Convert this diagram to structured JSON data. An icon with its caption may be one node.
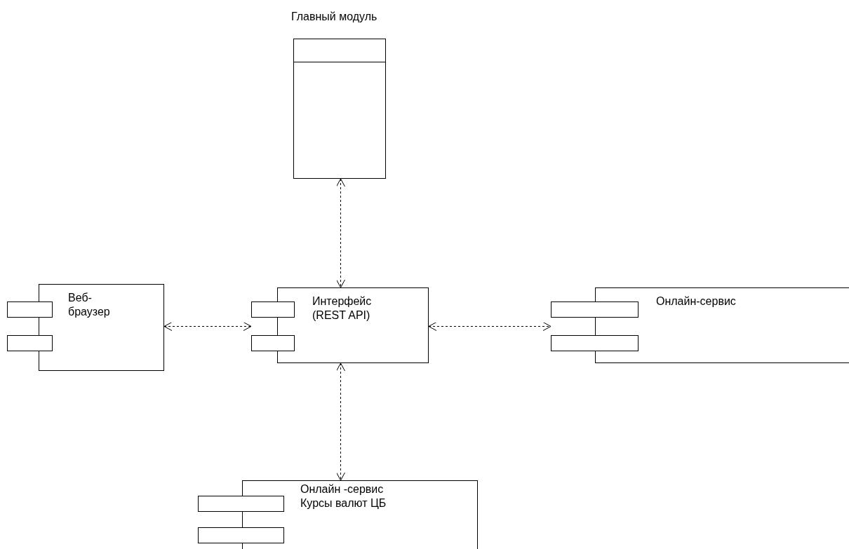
{
  "diagram": {
    "nodes": [
      {
        "text": [
          "Главный модуль"
        ]
      },
      {
        "text": [
          "Веб- браузер"
        ]
      },
      {
        "text": [
          "Интерфейс (REST API)"
        ]
      },
      {
        "text": [
          "Онлайн-сервис"
        ]
      },
      {
        "text": [
          "Онлайн -сервис Курсы валют ЦБ"
        ]
      }
    ],
    "edges": [
      {
        "from": 0,
        "to": 2,
        "arrow": "both",
        "style": "dashed"
      },
      {
        "from": 1,
        "to": 2,
        "arrow": "both",
        "style": "dashed"
      },
      {
        "from": 2,
        "to": 3,
        "arrow": "both",
        "style": "dashed"
      },
      {
        "from": 2,
        "to": 4,
        "arrow": "both",
        "style": "dashed"
      }
    ]
  }
}
